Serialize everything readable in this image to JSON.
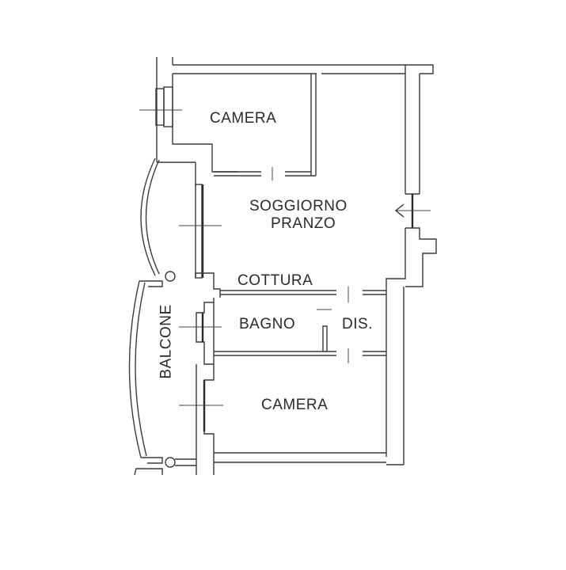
{
  "plan": {
    "rooms": [
      {
        "id": "camera-top",
        "label": "CAMERA"
      },
      {
        "id": "soggiorno",
        "label_line1": "SOGGIORNO",
        "label_line2": "PRANZO"
      },
      {
        "id": "cottura",
        "label": "COTTURA"
      },
      {
        "id": "bagno",
        "label": "BAGNO"
      },
      {
        "id": "dis",
        "label": "DIS."
      },
      {
        "id": "camera-bottom",
        "label": "CAMERA"
      },
      {
        "id": "balcone",
        "label": "BALCONE"
      }
    ],
    "symbols": {
      "entrance_arrow": "arrow-left-icon",
      "windows": "window-symbol",
      "doors": "door-gap"
    },
    "colors": {
      "wall": "#3a3a3a",
      "background": "#ffffff",
      "text": "#2a2a2a"
    }
  }
}
